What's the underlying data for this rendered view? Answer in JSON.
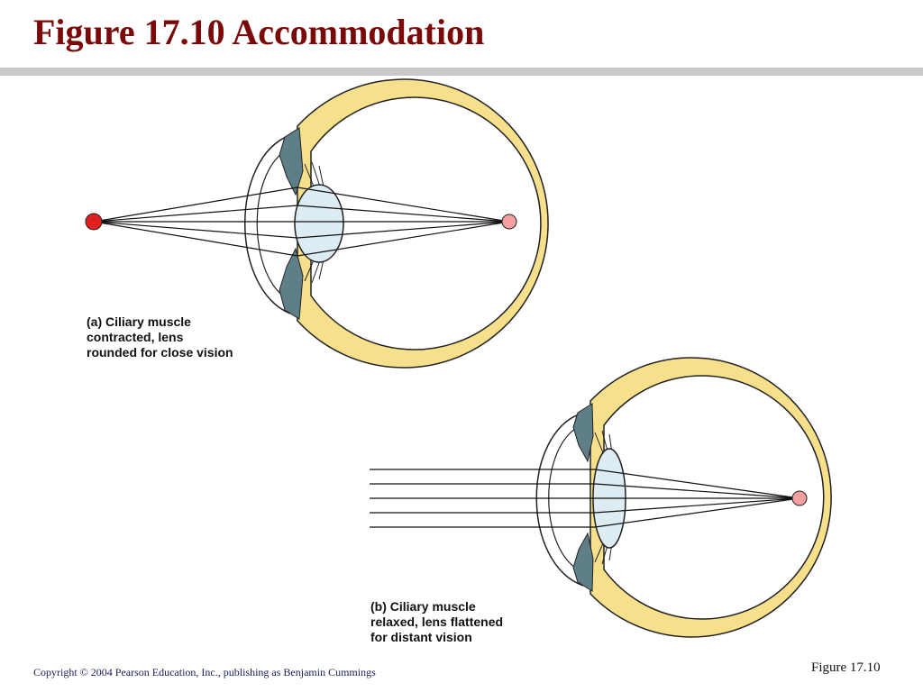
{
  "slide": {
    "title": "Figure 17.10  Accommodation",
    "copyright": "Copyright © 2004 Pearson Education, Inc., publishing as Benjamin Cummings",
    "figure_label": "Figure 17.10"
  },
  "diagram_a": {
    "caption_lines": [
      "(a) Ciliary muscle",
      "contracted, lens",
      "rounded for close vision"
    ]
  },
  "diagram_b": {
    "caption_lines": [
      "(b) Ciliary muscle",
      "relaxed, lens flattened",
      "for distant vision"
    ]
  },
  "colors": {
    "title": "#7a0a0a",
    "sclera": "#f7e08c",
    "lens": "#dcecf2",
    "ciliary_muscle": "#5f7f88",
    "focal_point": "#f4a0a0",
    "near_object": "#e02020"
  }
}
